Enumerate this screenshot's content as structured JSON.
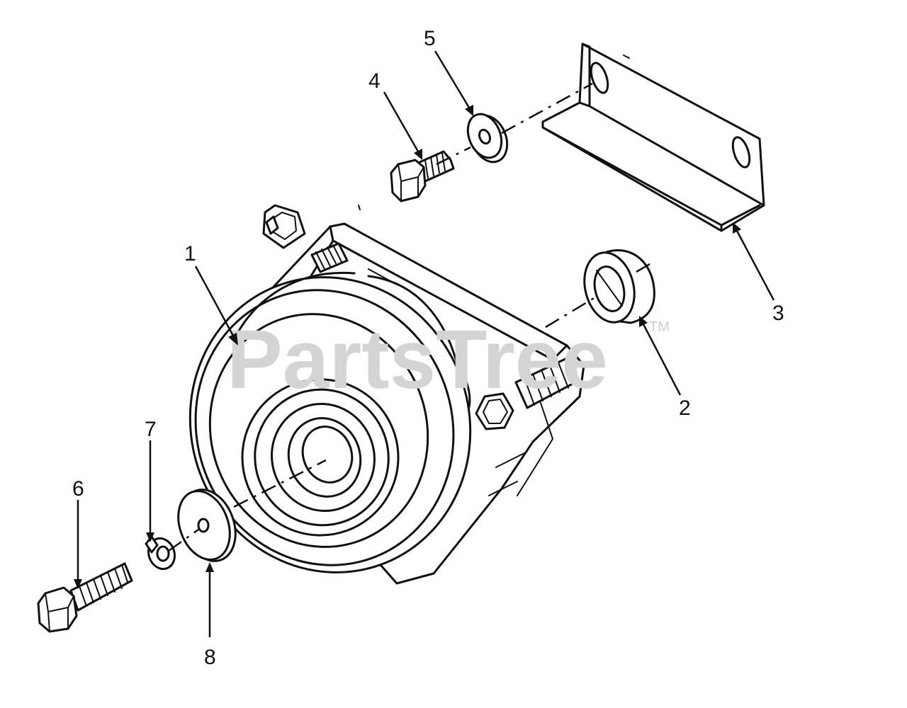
{
  "watermark": {
    "text": "PartsTree",
    "trademark": "TM"
  },
  "callouts": [
    {
      "id": "1",
      "label": "1"
    },
    {
      "id": "2",
      "label": "2"
    },
    {
      "id": "3",
      "label": "3"
    },
    {
      "id": "4",
      "label": "4"
    },
    {
      "id": "5",
      "label": "5"
    },
    {
      "id": "6",
      "label": "6"
    },
    {
      "id": "7",
      "label": "7"
    },
    {
      "id": "8",
      "label": "8"
    }
  ]
}
